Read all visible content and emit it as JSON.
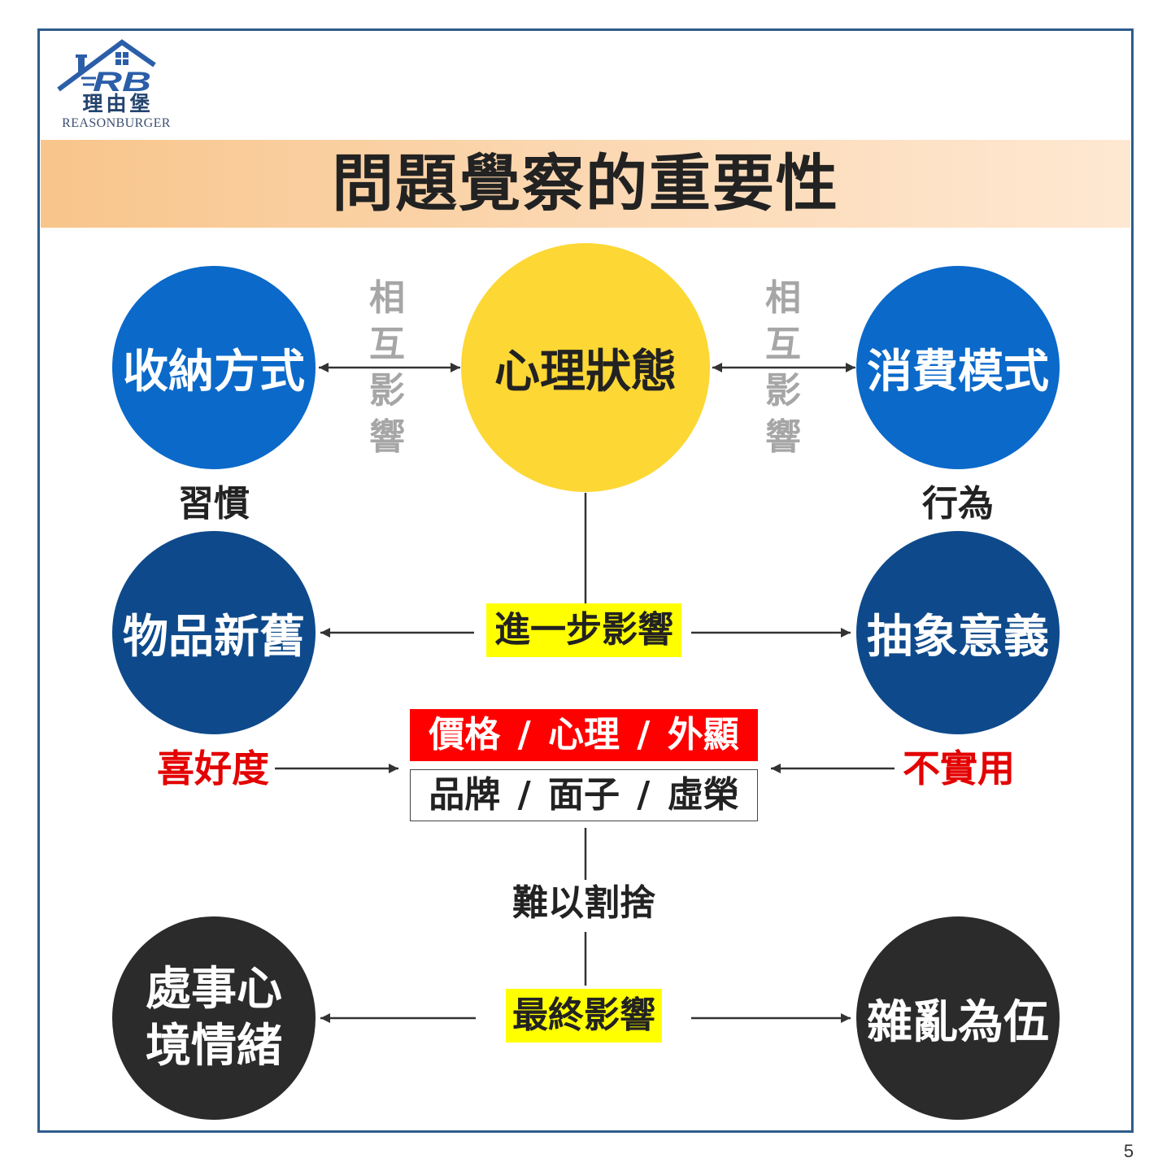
{
  "logo": {
    "mark_letters": "RB",
    "name_zh": "理由堡",
    "name_en": "REASONBURGER"
  },
  "title": "問題覺察的重要性",
  "nodes": {
    "storage_method": "收納方式",
    "mental_state": "心理狀態",
    "consumption_pattern": "消費模式",
    "item_condition": "物品新舊",
    "abstract_meaning": "抽象意義",
    "mindset_emotion": {
      "line1": "處事心",
      "line2": "境情緒"
    },
    "clutter": "雜亂為伍"
  },
  "edge_labels": {
    "mutual_left": "相互影響",
    "mutual_right": "相互影響",
    "habit": "習慣",
    "behavior": "行為",
    "further_influence": "進一步影響",
    "preference": "喜好度",
    "impractical": "不實用",
    "hard_to_let_go": "難以割捨",
    "final_influence": "最終影響"
  },
  "factor_boxes": {
    "primary": "價格 / 心理 / 外顯",
    "secondary": "品牌 / 面子 / 虛榮"
  },
  "page_number": "5",
  "colors": {
    "frame": "#2f5c8c",
    "blue": "#0b69c9",
    "darkblue": "#0e4a8b",
    "yellow": "#fdd733",
    "black": "#2b2b2b",
    "hl": "#ffff00",
    "redbox": "#ff0000",
    "redtext": "#e30000",
    "gray": "#a6a6a6",
    "line": "#333333"
  }
}
